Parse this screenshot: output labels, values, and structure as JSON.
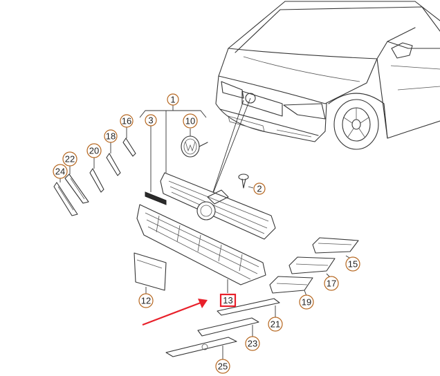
{
  "diagram": {
    "callouts": [
      "1",
      "2",
      "3",
      "10",
      "12",
      "13",
      "15",
      "16",
      "17",
      "18",
      "19",
      "20",
      "21",
      "22",
      "23",
      "24",
      "25"
    ],
    "highlighted_callout": "13",
    "colors": {
      "highlight": "#e8202a",
      "callout_ring": "#b5651d",
      "line": "#333333"
    }
  }
}
